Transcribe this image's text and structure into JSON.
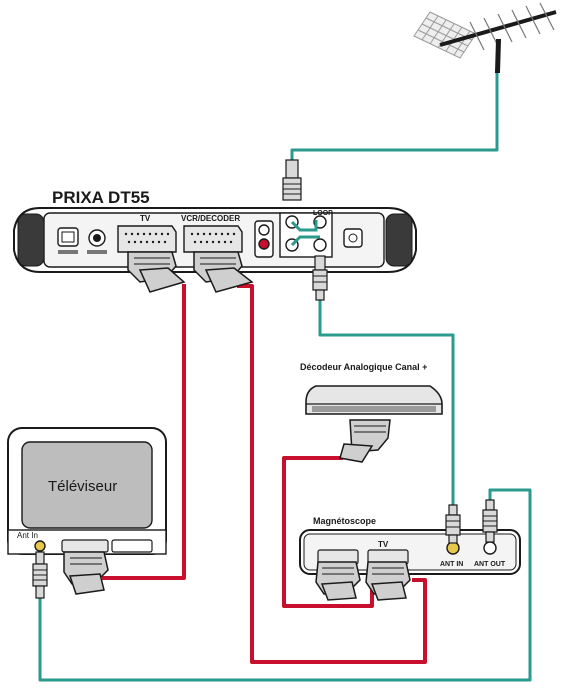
{
  "device": {
    "title": "PRIXA DT55",
    "port_labels": {
      "tv": "TV",
      "vcr_decoder": "VCR/DECODER",
      "loop": "LOOP"
    }
  },
  "decoder": {
    "label": "Décodeur Analogique Canal +"
  },
  "television": {
    "label": "Téléviseur",
    "ant_in": "Ant In"
  },
  "vcr": {
    "label": "Magnétoscope",
    "tv": "TV",
    "ant_in": "ANT IN",
    "ant_out": "ANT OUT"
  },
  "colors": {
    "antenna_cable": "#2a9a8c",
    "scart_cable": "#c8102e",
    "screen": "#bdbdbd"
  }
}
